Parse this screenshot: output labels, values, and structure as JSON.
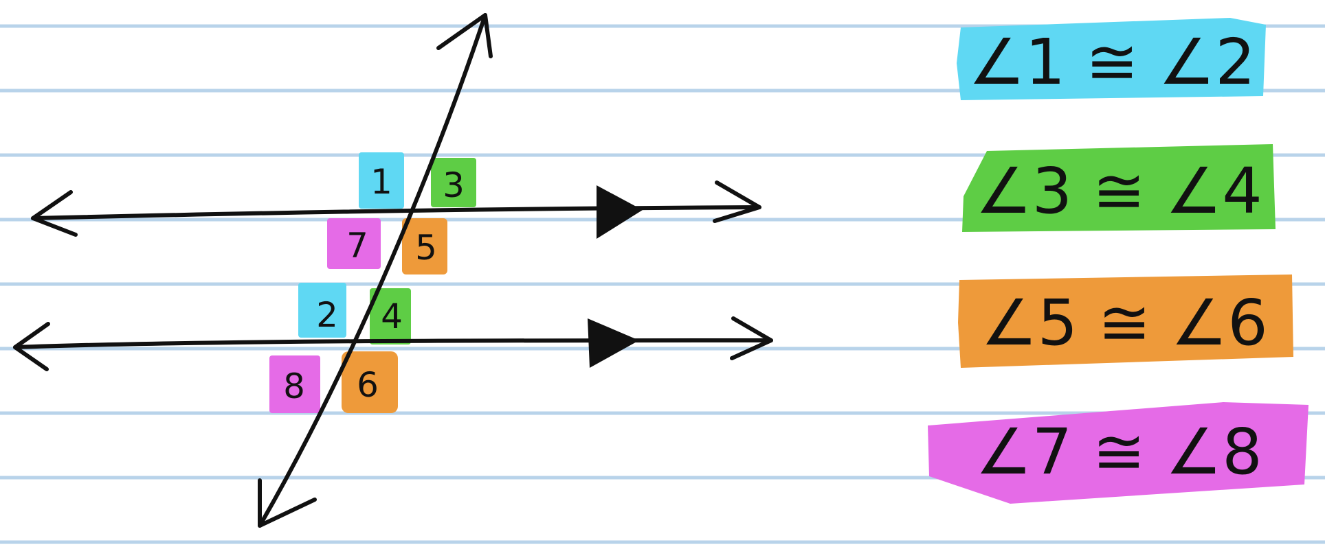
{
  "colors": {
    "paper": "#ffffff",
    "rule_line": "#b8d3ea",
    "ink": "#111111",
    "cyan": "#5fd8f3",
    "green": "#5ecd45",
    "orange": "#ee9a3a",
    "magenta": "#e56be7"
  },
  "diagram": {
    "angle_labels": {
      "a1": "1",
      "a3": "3",
      "a7": "7",
      "a5": "5",
      "a2": "2",
      "a4": "4",
      "a8": "8",
      "a6": "6"
    },
    "arrow_icons": [
      "arrowhead-icon",
      "parallel-mark-icon"
    ]
  },
  "statements": [
    {
      "text": "∠1 ≅ ∠2",
      "color": "cyan"
    },
    {
      "text": "∠3 ≅ ∠4",
      "color": "green"
    },
    {
      "text": "∠5 ≅ ∠6",
      "color": "orange"
    },
    {
      "text": "∠7 ≅ ∠8",
      "color": "magenta"
    }
  ]
}
